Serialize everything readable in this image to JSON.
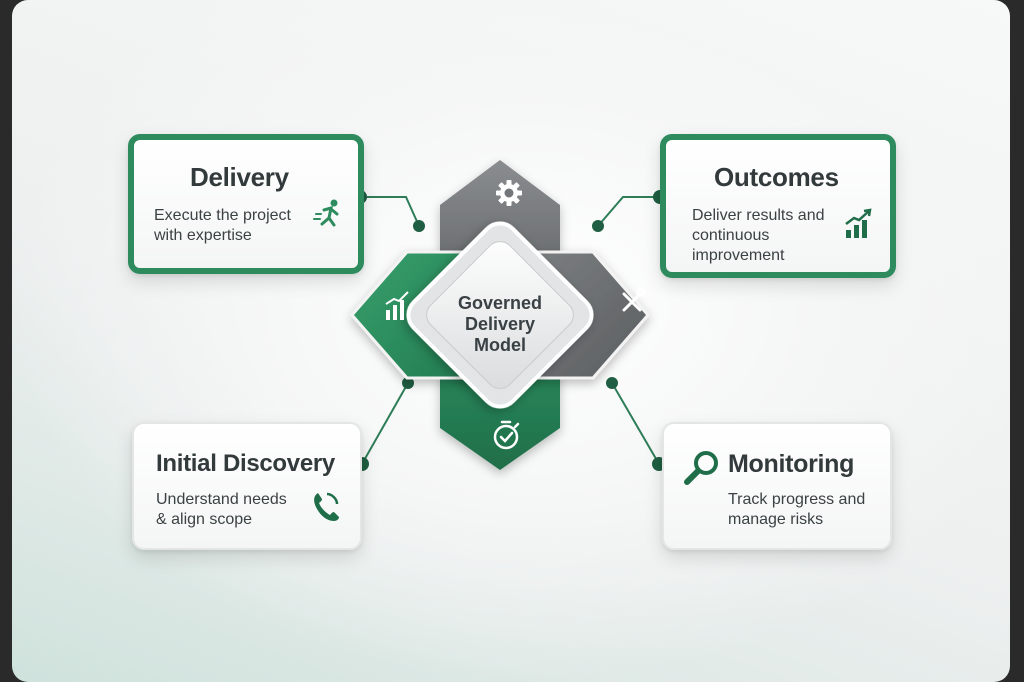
{
  "center": {
    "label_lines": [
      "Governed",
      "Delivery",
      "Model"
    ]
  },
  "cards": {
    "delivery": {
      "title": "Delivery",
      "desc_lines": [
        "Execute the project",
        "with expertise"
      ],
      "icon": "running-person-icon"
    },
    "outcomes": {
      "title": "Outcomes",
      "desc_lines": [
        "Deliver results and",
        "continuous",
        "improvement"
      ],
      "icon": "growth-chart-icon"
    },
    "discovery": {
      "title": "Initial Discovery",
      "desc_lines": [
        "Understand needs",
        "& align scope"
      ],
      "icon": "phone-icon"
    },
    "monitoring": {
      "title": "Monitoring",
      "desc_lines": [
        "Track progress and",
        "manage risks"
      ],
      "icon": "magnifier-icon"
    }
  },
  "hub_icons": [
    "gear-icon",
    "bar-chart-icon",
    "tools-icon",
    "timer-check-icon"
  ],
  "colors": {
    "green": "#2e8b5e",
    "dark_grey": "#6e7173",
    "mid_grey": "#8f9294",
    "light_grey": "#e9eaea",
    "text": "#333a3c"
  }
}
